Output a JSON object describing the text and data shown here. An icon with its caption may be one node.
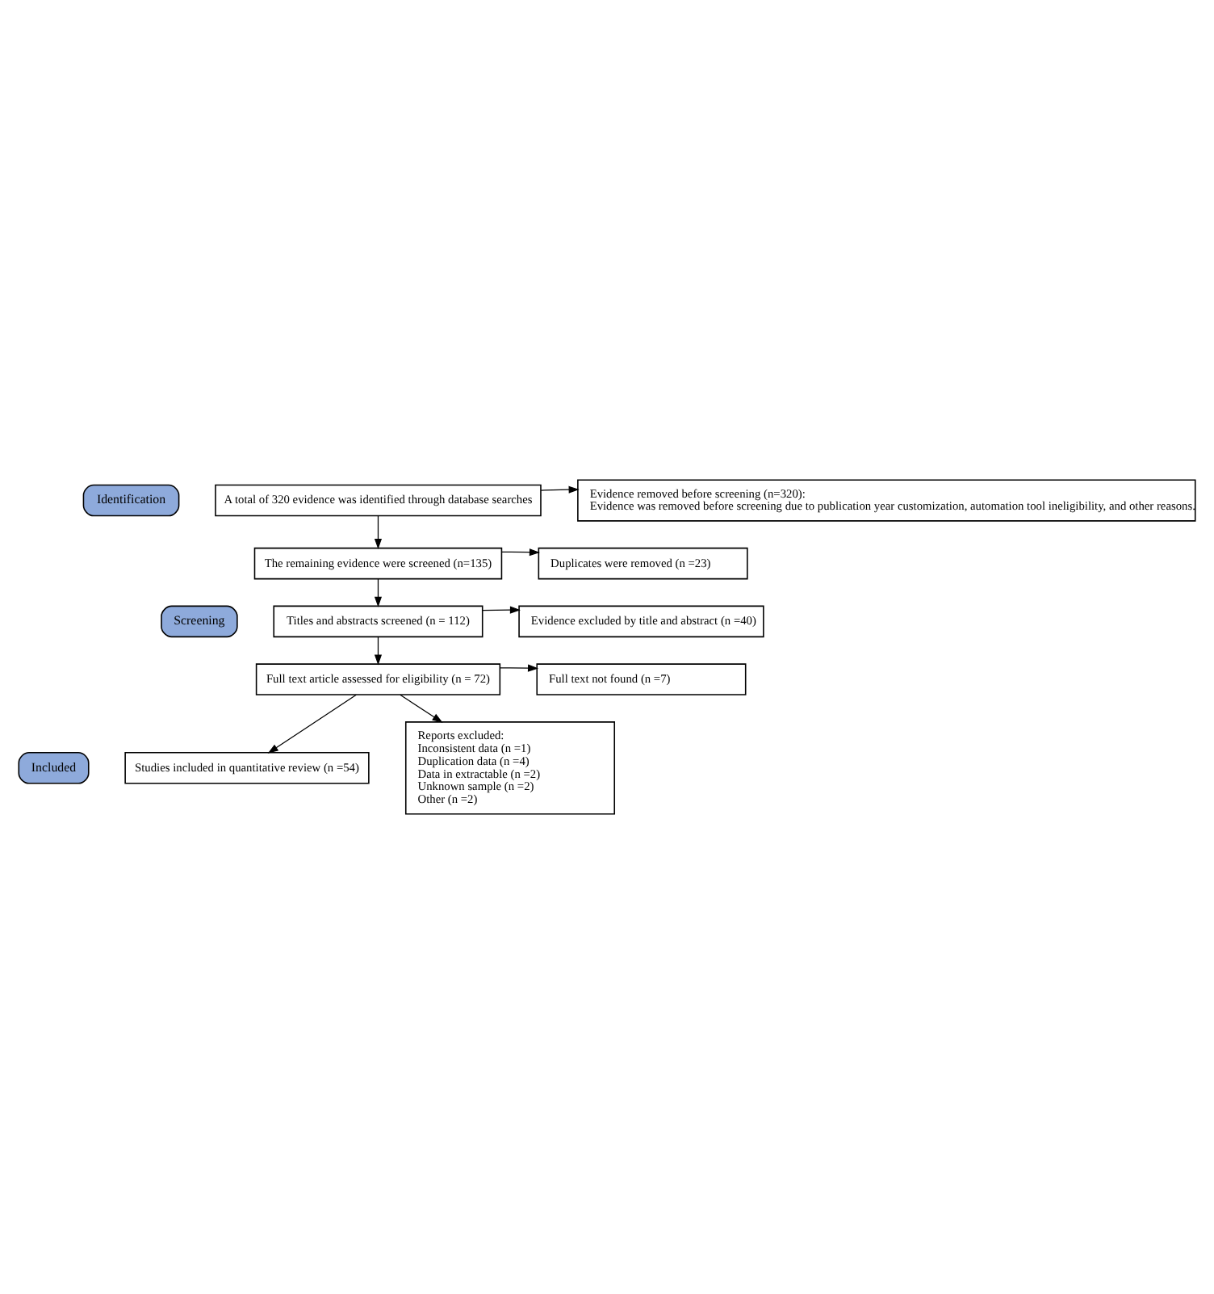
{
  "diagram": {
    "nodes": [
      {
        "text": [
          "Identification"
        ]
      },
      {
        "text": [
          "A total of 320 evidence was identified through database searches"
        ]
      },
      {
        "text": [
          "Evidence removed before screening (n=320):",
          "Evidence was removed before screening due to publication year customization, automation tool ineligibility, and other reasons."
        ]
      },
      {
        "text": [
          "Screening"
        ]
      },
      {
        "text": [
          "The remaining evidence were screened (n=135)"
        ]
      },
      {
        "text": [
          "Duplicates were removed (n =23)"
        ]
      },
      {
        "text": [
          "Titles and abstracts screened (n = 112)"
        ]
      },
      {
        "text": [
          "Evidence excluded by title and abstract (n =40)"
        ]
      },
      {
        "text": [
          "Full text article assessed for eligibility (n = 72)"
        ]
      },
      {
        "text": [
          "Full text not found (n =7)"
        ]
      },
      {
        "text": [
          "Included"
        ]
      },
      {
        "text": [
          "Studies included in quantitative review (n =54)"
        ]
      },
      {
        "text": [
          "Reports excluded:",
          "Inconsistent data (n =1)",
          "Duplication data (n =4)",
          "Data in extractable (n =2)",
          "Unknown sample (n =2)",
          "Other (n =2)"
        ]
      }
    ],
    "edges": [
      {
        "from": 1,
        "to": 2,
        "arrow": "to"
      },
      {
        "from": 1,
        "to": 4,
        "arrow": "to"
      },
      {
        "from": 4,
        "to": 5,
        "arrow": "to"
      },
      {
        "from": 4,
        "to": 6,
        "arrow": "to"
      },
      {
        "from": 6,
        "to": 7,
        "arrow": "to"
      },
      {
        "from": 6,
        "to": 8,
        "arrow": "to"
      },
      {
        "from": 8,
        "to": 9,
        "arrow": "to"
      },
      {
        "from": 8,
        "to": 12,
        "arrow": "to"
      },
      {
        "from": 8,
        "to": 11,
        "arrow": "to"
      }
    ]
  }
}
